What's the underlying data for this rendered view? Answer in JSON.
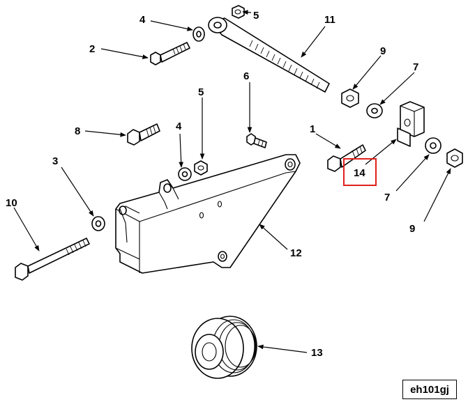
{
  "highlight": {
    "color": "#e0201b",
    "target": "14"
  },
  "image_code": "eh101gj",
  "callouts": {
    "c1": "1",
    "c2": "2",
    "c3": "3",
    "c4a": "4",
    "c4b": "4",
    "c5a": "5",
    "c5b": "5",
    "c6": "6",
    "c7a": "7",
    "c7b": "7",
    "c8": "8",
    "c9a": "9",
    "c9b": "9",
    "c10": "10",
    "c11": "11",
    "c12": "12",
    "c13": "13",
    "c14": "14"
  }
}
